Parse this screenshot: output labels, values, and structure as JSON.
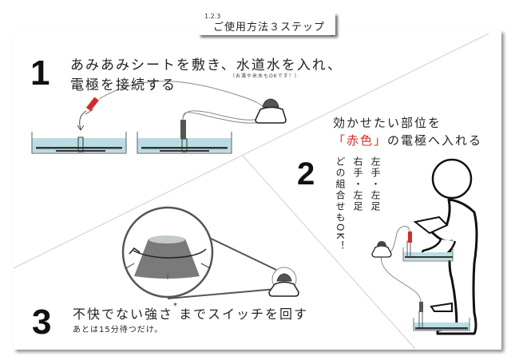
{
  "header": {
    "superscript": "1.2.3",
    "title": "ご使用方法３ステップ",
    "accent_color": "#e02020"
  },
  "steps": [
    {
      "number": "1",
      "line1": "あみあみシートを敷き、水道水を入れ、",
      "line2": "電極を接続する",
      "note": "（お湯や氷水もOKです！）"
    },
    {
      "number": "2",
      "line1": "効かせたい部位を",
      "line2_red": "「赤色」",
      "line2_rest": "の電極へ入れる",
      "options": [
        "左手・左足",
        "右手・左足",
        "どの組合せもOK！"
      ]
    },
    {
      "number": "3",
      "line1_a": "不快でない強さ",
      "line1_ast": "*",
      "line1_b": "までスイッチを回す",
      "line2": "あとは15分待つだけ。"
    }
  ],
  "colors": {
    "water": "#b9dde3",
    "electrode_red": "#d62b2b",
    "electrode_dark": "#555555",
    "knob": "#7a7a7a",
    "knob_top": "#c4c9cc",
    "divider": "#c8c8c8"
  }
}
